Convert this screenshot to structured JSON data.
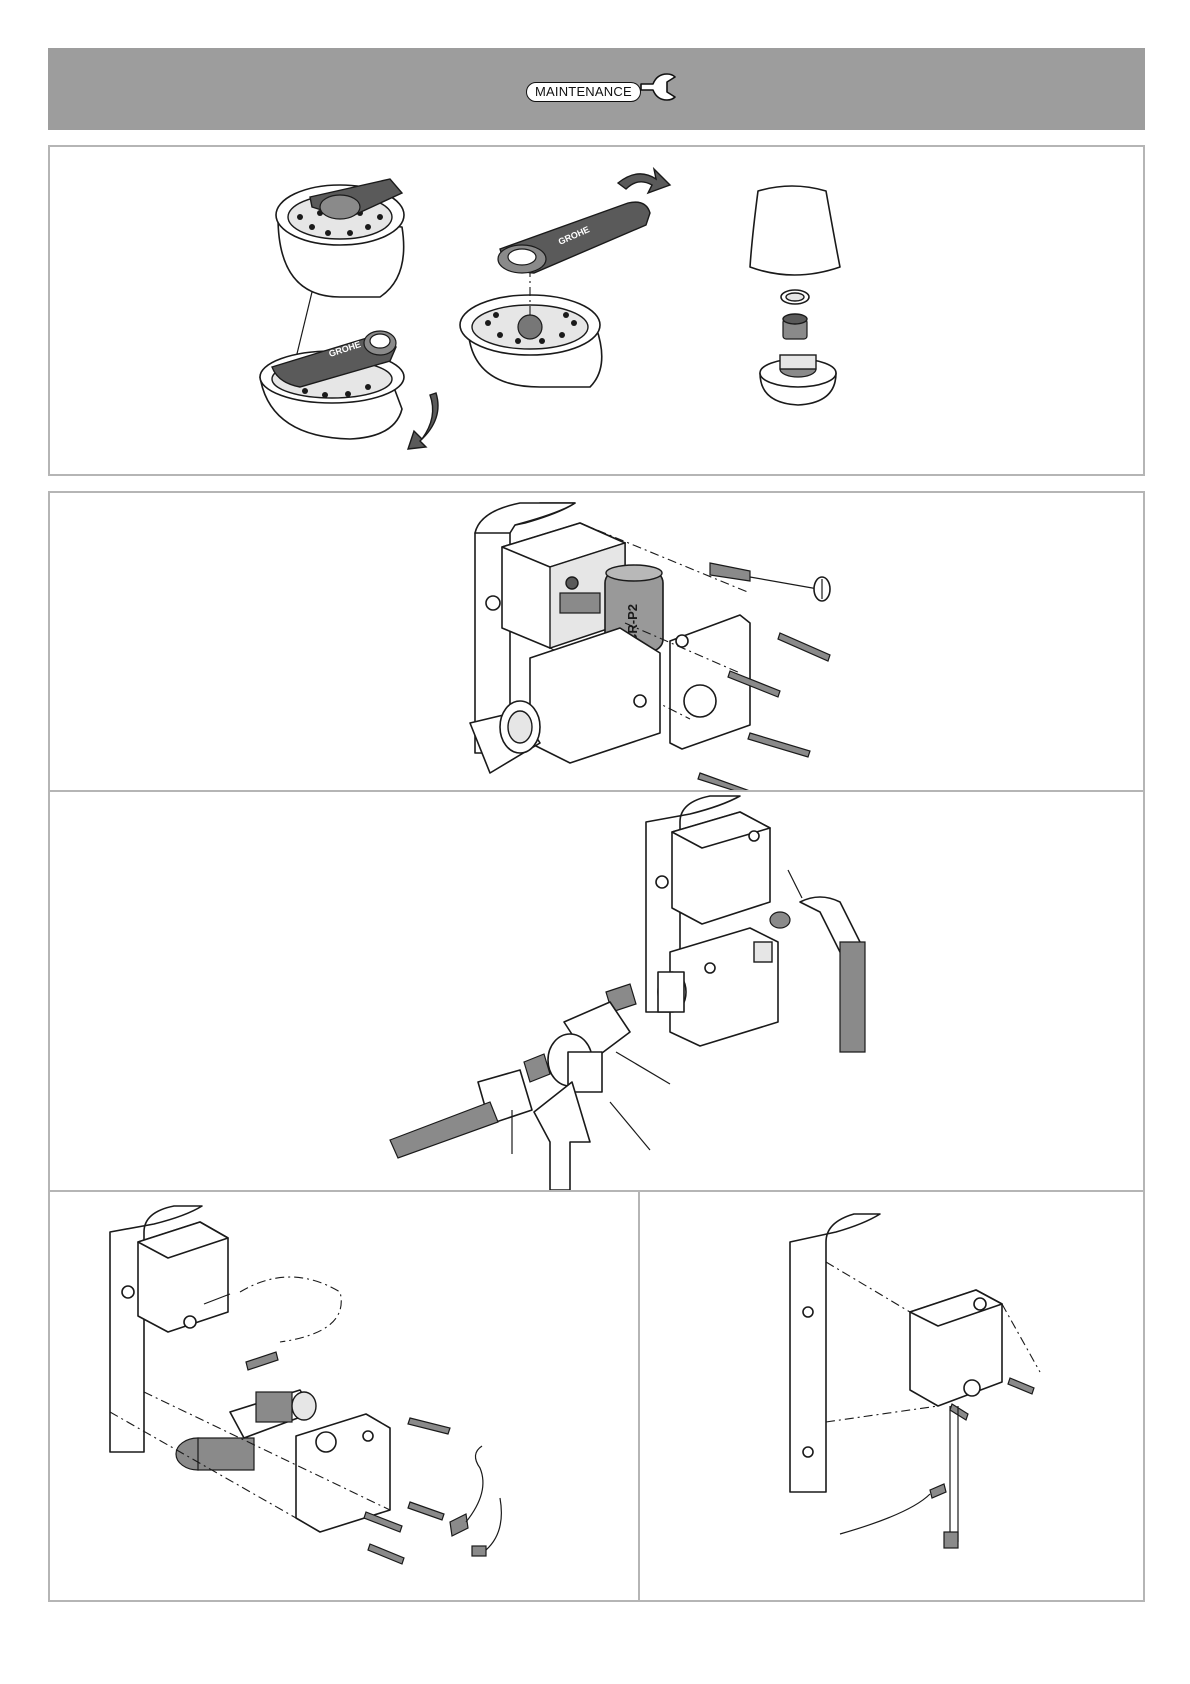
{
  "header": {
    "section_label": "MAINTENANCE",
    "icon": "wrench-icon"
  },
  "illustrations": {
    "aerator_wrench": {
      "tool_text": "GROHE"
    },
    "battery_replacement": {
      "battery_text": "CR-P2"
    }
  }
}
